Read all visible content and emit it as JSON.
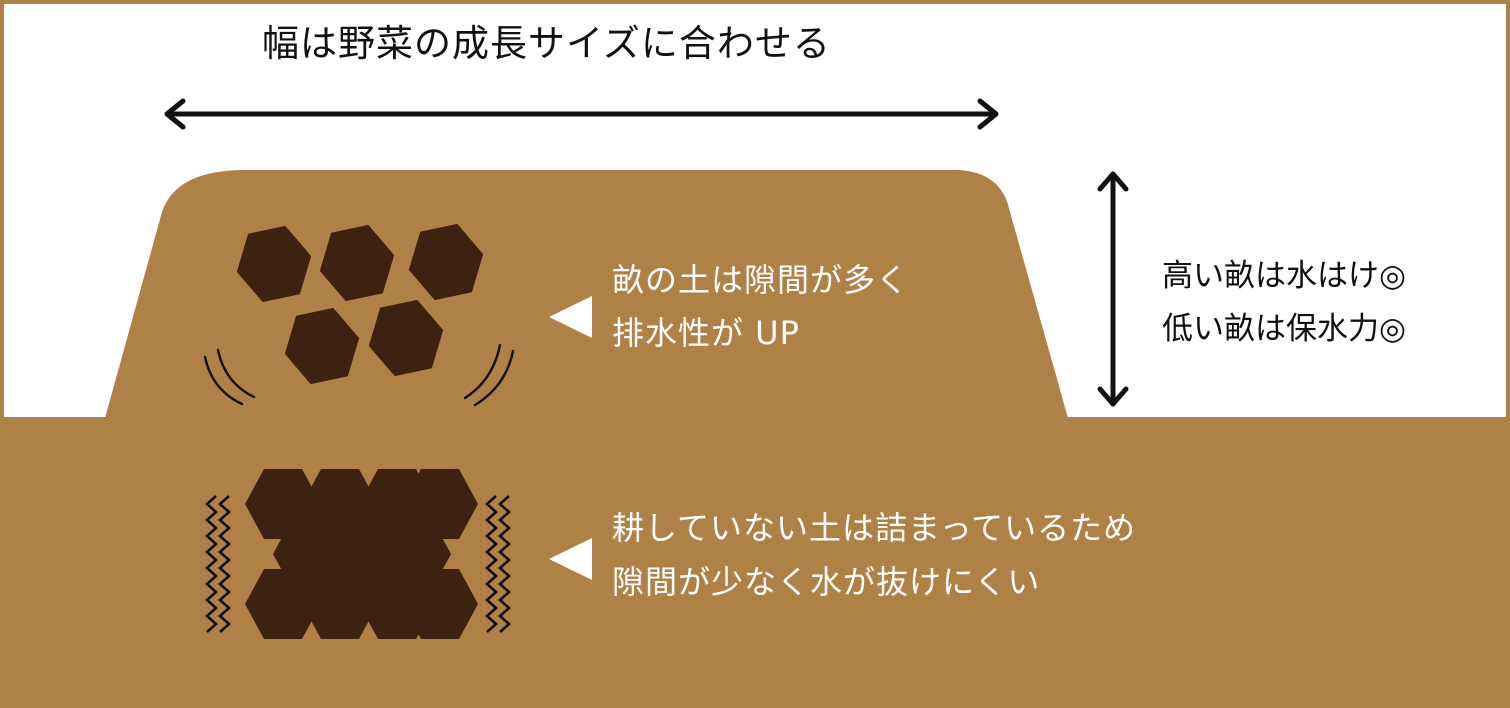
{
  "title": "幅は野菜の成長サイズに合わせる",
  "ridge_note": {
    "line1": "畝の土は隙間が多く",
    "line2": "排水性が UP"
  },
  "compact_note": {
    "line1": "耕していない土は詰まっているため",
    "line2": "隙間が少なく水が抜けにくい"
  },
  "height_note": {
    "line1": "高い畝は水はけ◎",
    "line2": "低い畝は保水力◎"
  },
  "colors": {
    "soil": "#b08146",
    "clump": "#3e2211",
    "arrow": "#111111",
    "text_on_soil": "#ffffff",
    "background": "#ffffff"
  }
}
